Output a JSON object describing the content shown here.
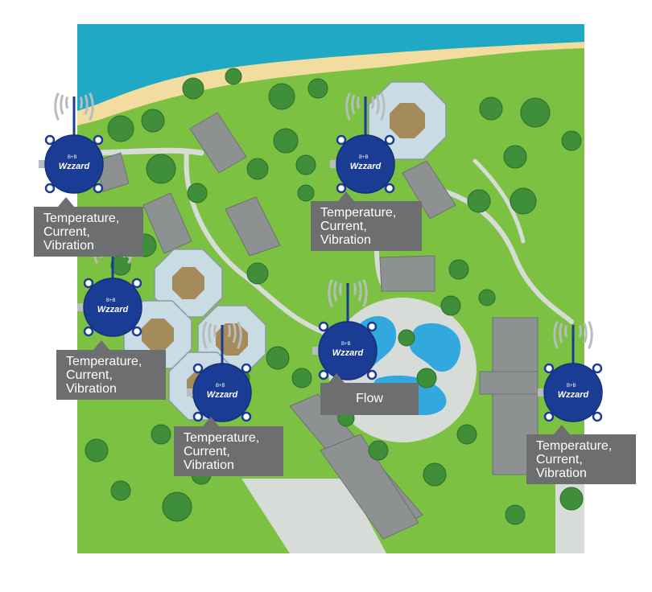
{
  "brand_label": "Wzzard",
  "brand_badge": "B+B",
  "colors": {
    "grass": "#7cc142",
    "sea": "#1fa9c4",
    "sand": "#f3dca0",
    "path": "#d8dcd9",
    "roof": "#8e9192",
    "sensor": "#1b3c94",
    "callout": "#6d6e70",
    "tree": "#3f8f3a",
    "pool": "#32a9de"
  },
  "sensors": [
    {
      "id": "s1",
      "lines": [
        "Temperature,",
        "Current,",
        "Vibration"
      ]
    },
    {
      "id": "s2",
      "lines": [
        "Temperature,",
        "Current,",
        "Vibration"
      ]
    },
    {
      "id": "s3",
      "lines": [
        "Temperature,",
        "Current,",
        "Vibration"
      ]
    },
    {
      "id": "s4",
      "lines": [
        "Temperature,",
        "Current,",
        "Vibration"
      ]
    },
    {
      "id": "s5",
      "lines": [
        "Flow"
      ]
    },
    {
      "id": "s6",
      "lines": [
        "Temperature,",
        "Current,",
        "Vibration"
      ]
    }
  ],
  "icons": {
    "sensor": "wireless-sensor-icon",
    "signal": "wifi-signal-icon"
  }
}
